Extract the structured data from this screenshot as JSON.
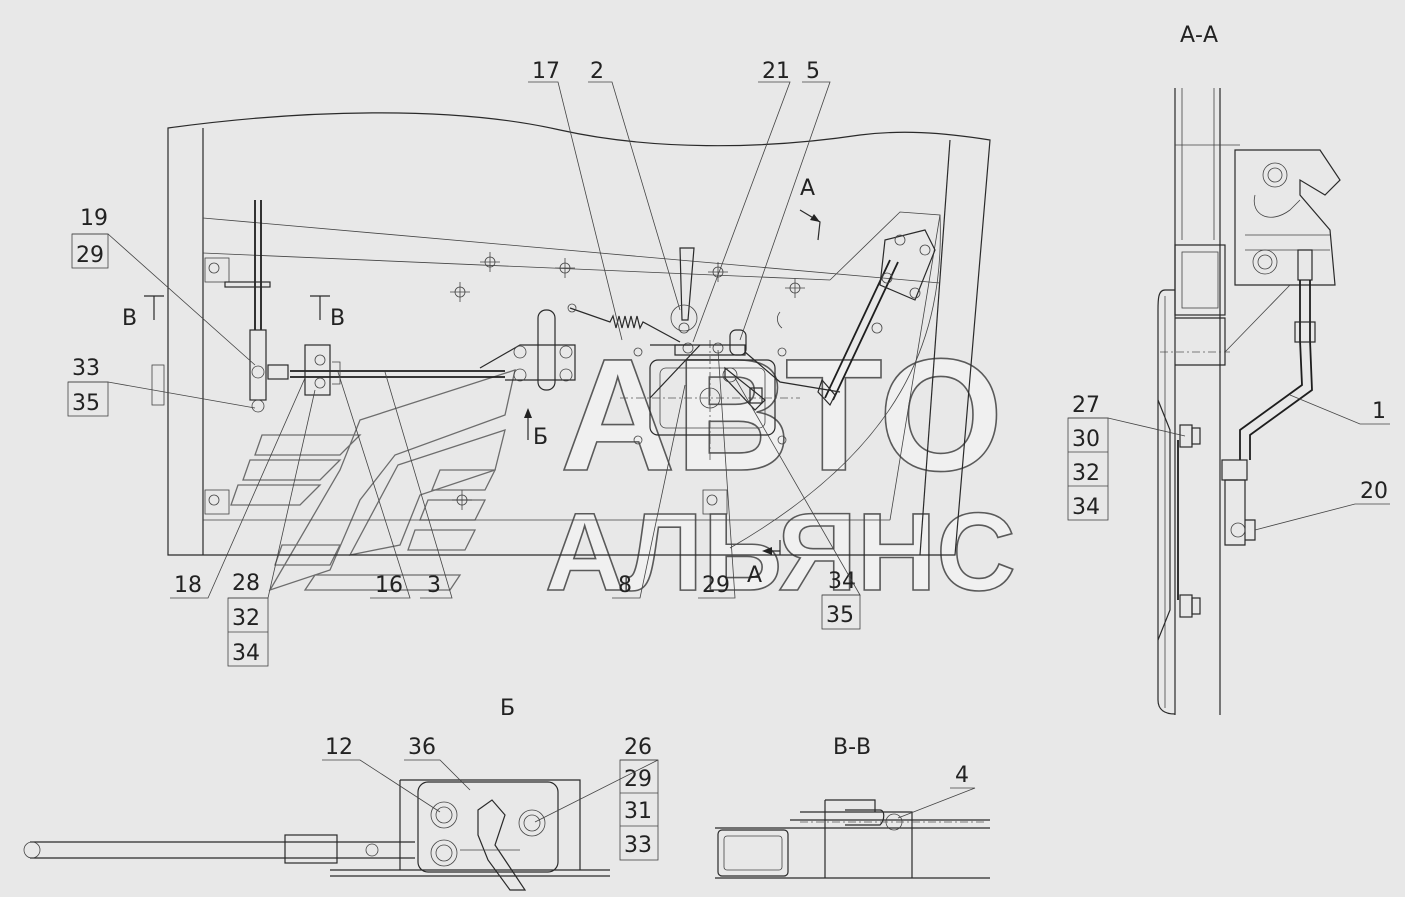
{
  "sections": {
    "aa": "А-А",
    "b": "Б",
    "vv": "В-В",
    "view_a_arrow": "А",
    "view_a_bottom": "А",
    "view_b_arrow": "Б",
    "cut_v_left": "В",
    "cut_v_right": "В"
  },
  "callouts": {
    "c17": "17",
    "c2": "2",
    "c21": "21",
    "c5": "5",
    "c19": "19",
    "c29a": "29",
    "c33a": "33",
    "c35a": "35",
    "c18": "18",
    "c28": "28",
    "c32a": "32",
    "c34a": "34",
    "c16": "16",
    "c3": "3",
    "c8": "8",
    "c29b": "29",
    "c34b": "34",
    "c35b": "35",
    "c27": "27",
    "c30": "30",
    "c32b": "32",
    "c34c": "34",
    "c1": "1",
    "c20": "20",
    "c12": "12",
    "c36": "36",
    "c26": "26",
    "c29c": "29",
    "c31": "31",
    "c33b": "33",
    "c4": "4"
  },
  "watermark": {
    "line1": "АВТО",
    "line2": "АЛЬЯНС"
  },
  "colors": {
    "background": "#e8e8e8",
    "lines": "#2a2a2a"
  }
}
